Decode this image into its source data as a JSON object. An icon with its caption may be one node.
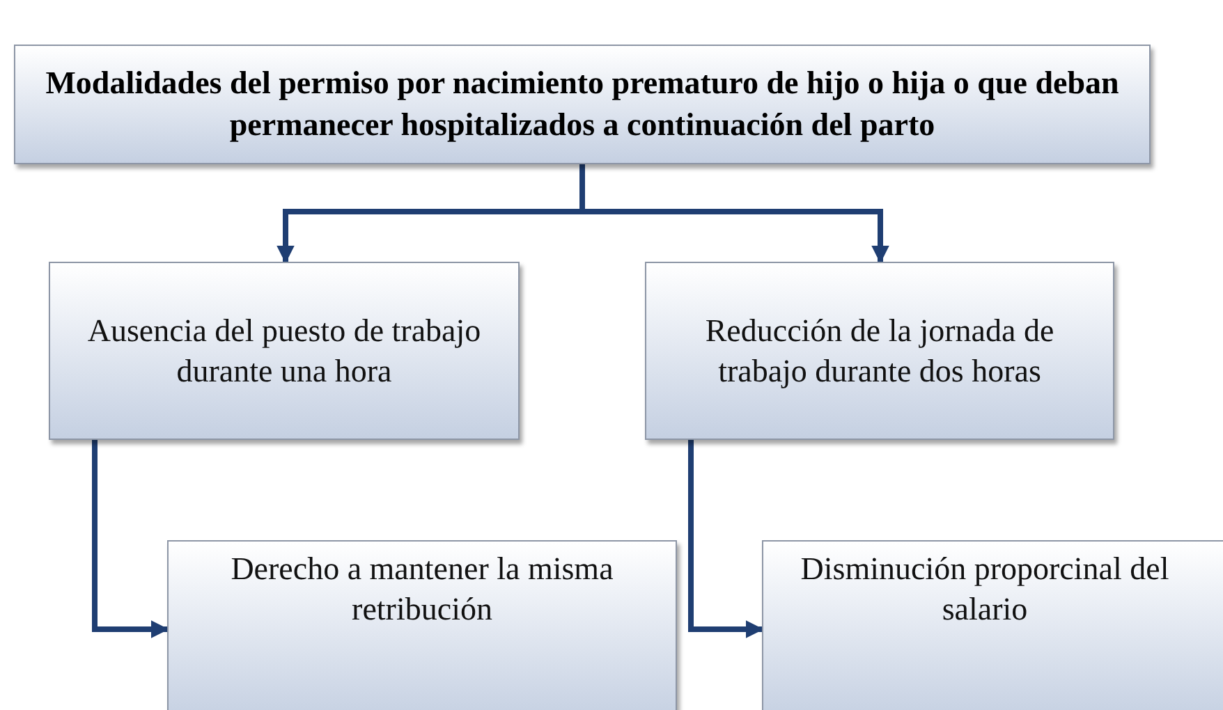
{
  "diagram": {
    "nodes": [
      {
        "text": [
          "Modalidades del permiso por nacimiento prematuro de hijo o hija o que deban permanecer hospitalizados a continuación del parto"
        ]
      },
      {
        "text": [
          "Ausencia del puesto de trabajo durante una hora"
        ]
      },
      {
        "text": [
          "Reducción de la jornada de trabajo durante dos horas"
        ]
      },
      {
        "text": [
          "Derecho a mantener la misma retribución"
        ]
      },
      {
        "text": [
          "Disminución proporcinal del salario"
        ]
      }
    ],
    "edges": [
      {
        "from": 0,
        "to": 1,
        "arrow": "to"
      },
      {
        "from": 0,
        "to": 2,
        "arrow": "to"
      },
      {
        "from": 1,
        "to": 3,
        "arrow": "to"
      },
      {
        "from": 2,
        "to": 4,
        "arrow": "to"
      }
    ]
  }
}
